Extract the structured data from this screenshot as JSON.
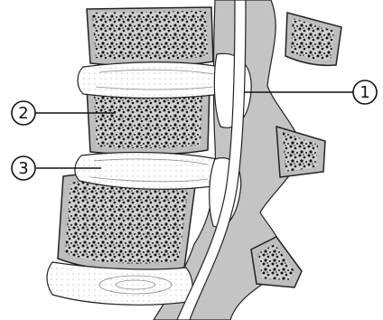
{
  "callouts": {
    "c1": "1",
    "c2": "2",
    "c3": "3"
  },
  "colors": {
    "outline": "#222222",
    "gray_tissue": "#c4c4c4",
    "bone_fill": "#d0d0d0",
    "bone_stipple": "#111111",
    "disc_fill": "#ffffff"
  }
}
